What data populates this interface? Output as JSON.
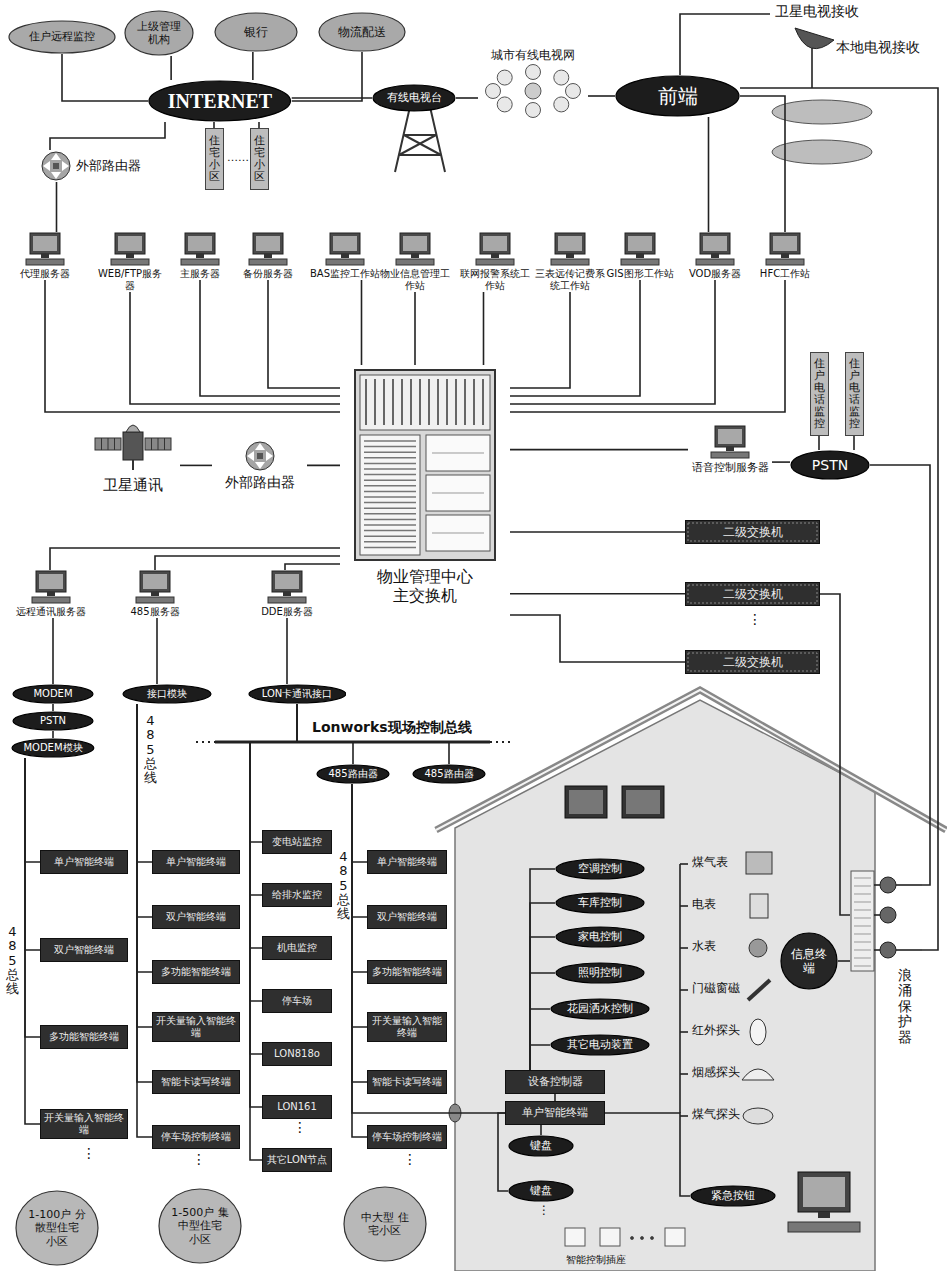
{
  "diagram": {
    "nodes": [
      {
        "text": [
          "住户远程监控"
        ]
      },
      {
        "text": [
          "上级管理机构"
        ]
      },
      {
        "text": [
          "银行"
        ]
      },
      {
        "text": [
          "物流配送"
        ]
      },
      {
        "text": [
          "INTERNET"
        ]
      },
      {
        "text": [
          "住宅小区"
        ]
      },
      {
        "text": [
          "住宅小区"
        ]
      },
      {
        "text": [
          "有线电视台"
        ]
      },
      {
        "text": [
          "城市有线电视网"
        ]
      },
      {
        "text": [
          "前端"
        ]
      },
      {
        "text": [
          "外部路由器"
        ]
      },
      {
        "text": [
          "代理服务器"
        ]
      },
      {
        "text": [
          "WEB/FTP服务器"
        ]
      },
      {
        "text": [
          "主服务器"
        ]
      },
      {
        "text": [
          "备份服务器"
        ]
      },
      {
        "text": [
          "BAS监控工作站"
        ]
      },
      {
        "text": [
          "物业信息管理工作站"
        ]
      },
      {
        "text": [
          "联网报警系统工作站"
        ]
      },
      {
        "text": [
          "三表远传记费系统工作站"
        ]
      },
      {
        "text": [
          "GIS图形工作站"
        ]
      },
      {
        "text": [
          "VOD服务器"
        ]
      },
      {
        "text": [
          "HFC工作站"
        ]
      },
      {
        "text": [
          "住户电话监控"
        ]
      },
      {
        "text": [
          "住户电话监控"
        ]
      },
      {
        "text": [
          "PSTN"
        ]
      },
      {
        "text": [
          "语音控制服务器"
        ]
      },
      {
        "text": [
          "卫星通讯"
        ]
      },
      {
        "text": [
          "外部路由器"
        ]
      },
      {
        "text": [
          "物业管理中心 主交换机"
        ]
      },
      {
        "text": [
          "二级交换机"
        ]
      },
      {
        "text": [
          "二级交换机"
        ]
      },
      {
        "text": [
          "二级交换机"
        ]
      },
      {
        "text": [
          "远程通讯服务器"
        ]
      },
      {
        "text": [
          "485服务器"
        ]
      },
      {
        "text": [
          "DDE服务器"
        ]
      },
      {
        "text": [
          "MODEM"
        ]
      },
      {
        "text": [
          "PSTN"
        ]
      },
      {
        "text": [
          "MODEM模块"
        ]
      },
      {
        "text": [
          "接口模块"
        ]
      },
      {
        "text": [
          "LON卡通讯接口"
        ]
      },
      {
        "text": [
          "485路由器"
        ]
      },
      {
        "text": [
          "485路由器"
        ]
      },
      {
        "text": [
          "单户智能终端"
        ]
      },
      {
        "text": [
          "双户智能终端"
        ]
      },
      {
        "text": [
          "多功能智能终端"
        ]
      },
      {
        "text": [
          "开关量输入智能终端"
        ]
      },
      {
        "text": [
          "单户智能终端"
        ]
      },
      {
        "text": [
          "双户智能终端"
        ]
      },
      {
        "text": [
          "多功能智能终端"
        ]
      },
      {
        "text": [
          "开关量输入智能终端"
        ]
      },
      {
        "text": [
          "智能卡读写终端"
        ]
      },
      {
        "text": [
          "停车场控制终端"
        ]
      },
      {
        "text": [
          "变电站监控"
        ]
      },
      {
        "text": [
          "给排水监控"
        ]
      },
      {
        "text": [
          "机电监控"
        ]
      },
      {
        "text": [
          "停车场"
        ]
      },
      {
        "text": [
          "LON818o"
        ]
      },
      {
        "text": [
          "LON161"
        ]
      },
      {
        "text": [
          "其它LON节点"
        ]
      },
      {
        "text": [
          "单户智能终端"
        ]
      },
      {
        "text": [
          "双户智能终端"
        ]
      },
      {
        "text": [
          "多功能智能终端"
        ]
      },
      {
        "text": [
          "开关量输入智能终端"
        ]
      },
      {
        "text": [
          "智能卡读写终端"
        ]
      },
      {
        "text": [
          "停车场控制终端"
        ]
      },
      {
        "text": [
          "1-100户 分散型住宅 小区"
        ]
      },
      {
        "text": [
          "1-500户 集中型住宅 小区"
        ]
      },
      {
        "text": [
          "中大型 住宅小区"
        ]
      },
      {
        "text": [
          "空调控制"
        ]
      },
      {
        "text": [
          "车库控制"
        ]
      },
      {
        "text": [
          "家电控制"
        ]
      },
      {
        "text": [
          "照明控制"
        ]
      },
      {
        "text": [
          "花园洒水控制"
        ]
      },
      {
        "text": [
          "其它电动装置"
        ]
      },
      {
        "text": [
          "设备控制器"
        ]
      },
      {
        "text": [
          "单户智能终端"
        ]
      },
      {
        "text": [
          "键盘"
        ]
      },
      {
        "text": [
          "键盘"
        ]
      },
      {
        "text": [
          "紧急按钮"
        ]
      },
      {
        "text": [
          "信息终端"
        ]
      },
      {
        "text": [
          "浪涌保护器"
        ]
      }
    ],
    "edges": [
      {
        "from": 0,
        "to": 4,
        "arrow": "none"
      },
      {
        "from": 1,
        "to": 4,
        "arrow": "none"
      },
      {
        "from": 2,
        "to": 4,
        "arrow": "none"
      },
      {
        "from": 3,
        "to": 4,
        "arrow": "none"
      },
      {
        "from": 5,
        "to": 4,
        "arrow": "none"
      },
      {
        "from": 6,
        "to": 4,
        "arrow": "none"
      },
      {
        "from": 4,
        "to": 7,
        "arrow": "none"
      },
      {
        "from": 7,
        "to": 8,
        "arrow": "none"
      },
      {
        "from": 8,
        "to": 9,
        "arrow": "none"
      },
      {
        "from": 4,
        "to": 10,
        "arrow": "none"
      },
      {
        "from": 10,
        "to": 11,
        "arrow": "none"
      },
      {
        "from": 9,
        "to": 20,
        "arrow": "none"
      },
      {
        "from": 9,
        "to": 21,
        "arrow": "none"
      },
      {
        "from": 9,
        "to": 80,
        "arrow": "none"
      },
      {
        "from": 11,
        "to": 28,
        "arrow": "none"
      },
      {
        "from": 12,
        "to": 28,
        "arrow": "none"
      },
      {
        "from": 13,
        "to": 28,
        "arrow": "none"
      },
      {
        "from": 14,
        "to": 28,
        "arrow": "none"
      },
      {
        "from": 15,
        "to": 28,
        "arrow": "none"
      },
      {
        "from": 16,
        "to": 28,
        "arrow": "none"
      },
      {
        "from": 17,
        "to": 28,
        "arrow": "none"
      },
      {
        "from": 18,
        "to": 28,
        "arrow": "none"
      },
      {
        "from": 19,
        "to": 28,
        "arrow": "none"
      },
      {
        "from": 20,
        "to": 28,
        "arrow": "none"
      },
      {
        "from": 21,
        "to": 28,
        "arrow": "none"
      },
      {
        "from": 22,
        "to": 24,
        "arrow": "none"
      },
      {
        "from": 23,
        "to": 24,
        "arrow": "none"
      },
      {
        "from": 24,
        "to": 25,
        "arrow": "none"
      },
      {
        "from": 25,
        "to": 28,
        "arrow": "none"
      },
      {
        "from": 24,
        "to": 80,
        "arrow": "none"
      },
      {
        "from": 26,
        "to": 27,
        "arrow": "none"
      },
      {
        "from": 27,
        "to": 28,
        "arrow": "none"
      },
      {
        "from": 28,
        "to": 29,
        "arrow": "none"
      },
      {
        "from": 28,
        "to": 30,
        "arrow": "none"
      },
      {
        "from": 28,
        "to": 31,
        "arrow": "none"
      },
      {
        "from": 30,
        "to": 80,
        "arrow": "none"
      },
      {
        "from": 28,
        "to": 32,
        "arrow": "none"
      },
      {
        "from": 28,
        "to": 33,
        "arrow": "none"
      },
      {
        "from": 28,
        "to": 34,
        "arrow": "none"
      },
      {
        "from": 32,
        "to": 35,
        "arrow": "none"
      },
      {
        "from": 35,
        "to": 36,
        "arrow": "none"
      },
      {
        "from": 36,
        "to": 37,
        "arrow": "none"
      },
      {
        "from": 33,
        "to": 38,
        "arrow": "none"
      },
      {
        "from": 34,
        "to": 39,
        "arrow": "none"
      },
      {
        "from": 37,
        "to": 42,
        "arrow": "none"
      },
      {
        "from": 37,
        "to": 43,
        "arrow": "none"
      },
      {
        "from": 37,
        "to": 44,
        "arrow": "none"
      },
      {
        "from": 37,
        "to": 45,
        "arrow": "none"
      },
      {
        "from": 38,
        "to": 46,
        "arrow": "none"
      },
      {
        "from": 38,
        "to": 47,
        "arrow": "none"
      },
      {
        "from": 38,
        "to": 48,
        "arrow": "none"
      },
      {
        "from": 38,
        "to": 49,
        "arrow": "none"
      },
      {
        "from": 38,
        "to": 50,
        "arrow": "none"
      },
      {
        "from": 38,
        "to": 51,
        "arrow": "none"
      },
      {
        "from": 39,
        "to": 40,
        "arrow": "none"
      },
      {
        "from": 39,
        "to": 41,
        "arrow": "none"
      },
      {
        "from": 39,
        "to": 52,
        "arrow": "none"
      },
      {
        "from": 39,
        "to": 53,
        "arrow": "none"
      },
      {
        "from": 39,
        "to": 54,
        "arrow": "none"
      },
      {
        "from": 39,
        "to": 55,
        "arrow": "none"
      },
      {
        "from": 39,
        "to": 56,
        "arrow": "none"
      },
      {
        "from": 39,
        "to": 57,
        "arrow": "none"
      },
      {
        "from": 39,
        "to": 58,
        "arrow": "none"
      },
      {
        "from": 40,
        "to": 59,
        "arrow": "none"
      },
      {
        "from": 40,
        "to": 60,
        "arrow": "none"
      },
      {
        "from": 40,
        "to": 61,
        "arrow": "none"
      },
      {
        "from": 40,
        "to": 62,
        "arrow": "none"
      },
      {
        "from": 40,
        "to": 63,
        "arrow": "none"
      },
      {
        "from": 40,
        "to": 64,
        "arrow": "none"
      },
      {
        "from": 40,
        "to": 75,
        "arrow": "none"
      },
      {
        "from": 68,
        "to": 74,
        "arrow": "none"
      },
      {
        "from": 69,
        "to": 74,
        "arrow": "none"
      },
      {
        "from": 70,
        "to": 74,
        "arrow": "none"
      },
      {
        "from": 71,
        "to": 74,
        "arrow": "none"
      },
      {
        "from": 72,
        "to": 74,
        "arrow": "none"
      },
      {
        "from": 73,
        "to": 74,
        "arrow": "none"
      },
      {
        "from": 74,
        "to": 75,
        "arrow": "none"
      },
      {
        "from": 76,
        "to": 75,
        "arrow": "none"
      },
      {
        "from": 77,
        "to": 75,
        "arrow": "none"
      },
      {
        "from": 78,
        "to": 75,
        "arrow": "none"
      },
      {
        "from": 79,
        "to": 80,
        "arrow": "none"
      }
    ],
    "labels": [
      "卫星电视接收",
      "本地电视接收",
      "……",
      "⋮",
      "Lonworks现场控制总线",
      "485总线",
      "485总线",
      "485总线",
      "煤气表",
      "电表",
      "水表",
      "门磁窗磁",
      "红外探头",
      "烟感探头",
      "煤气探头",
      "⋮",
      "⋮",
      "⋮",
      "⋮",
      "⋮",
      "智能控制插座"
    ]
  }
}
